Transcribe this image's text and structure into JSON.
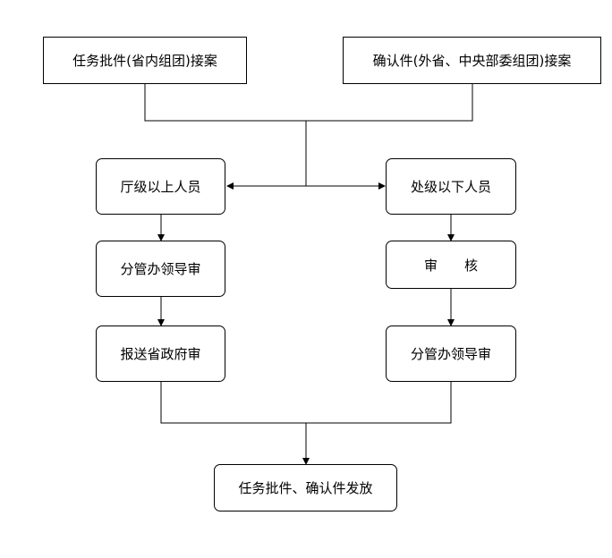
{
  "nodes": {
    "provincial_case": "任务批件(省内组团)接案",
    "external_case": "确认件(外省、中央部委组团)接案",
    "above_bureau": "厅级以上人员",
    "below_division": "处级以下人员",
    "left_leader_review": "分管办领导审",
    "review": "审　　核",
    "provincial_gov_review": "报送省政府审",
    "right_leader_review": "分管办领导审",
    "issue": "任务批件、确认件发放"
  }
}
